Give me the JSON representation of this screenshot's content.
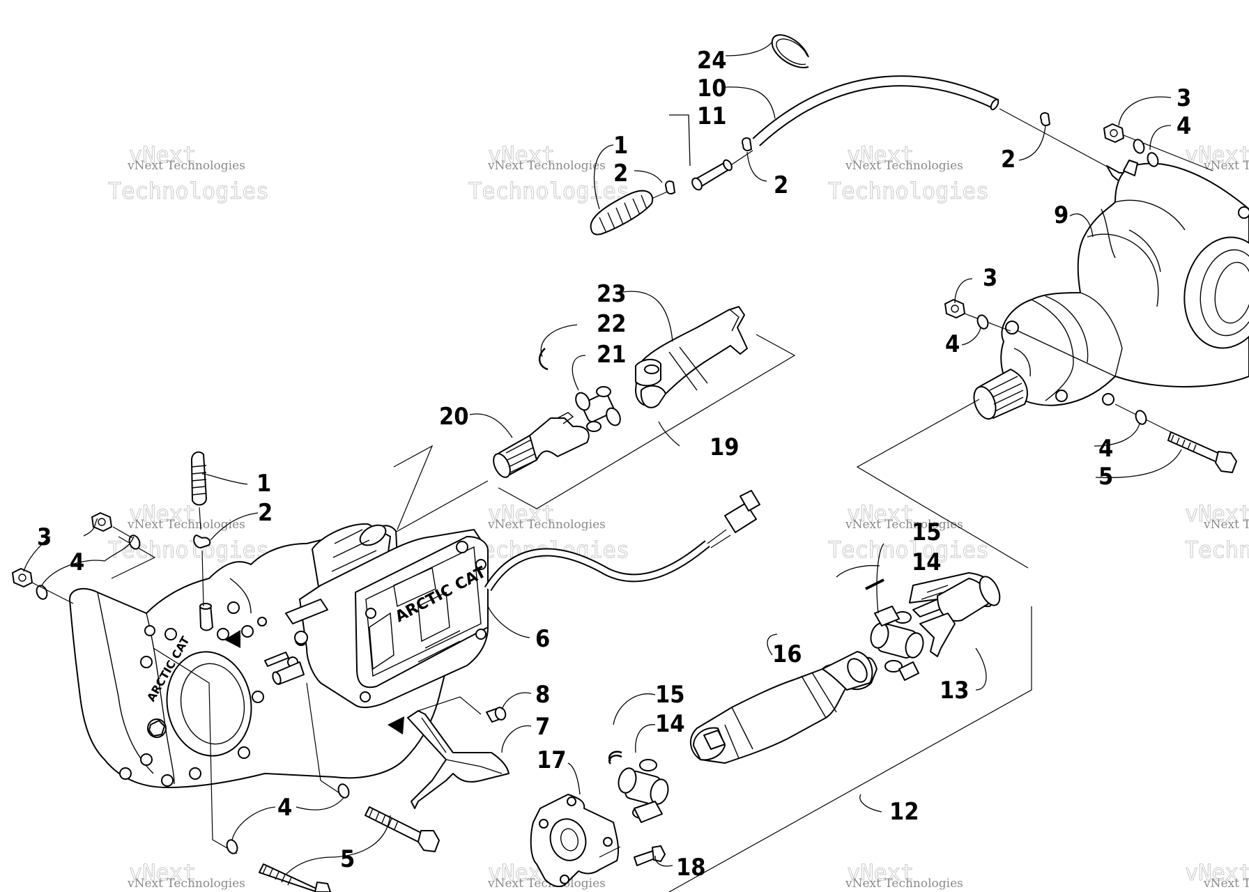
{
  "diagram": {
    "watermark_text": "vNext Technologies",
    "watermark_big_line1": "vNext",
    "watermark_big_line2": "Technologies",
    "logo_text": "ARCTIC CAT",
    "logo_text_small": "ARCTIC CAT",
    "callouts": {
      "c24": "24",
      "c10": "10",
      "c11": "11",
      "c1_top": "1",
      "c2_top_a": "2",
      "c2_top_b": "2",
      "c2_top_c": "2",
      "c3_right_top": "3",
      "c4_right_top": "4",
      "c9": "9",
      "c3_right_mid": "3",
      "c4_right_mid": "4",
      "c4_right_low": "4",
      "c5_right": "5",
      "c23": "23",
      "c22": "22",
      "c21": "21",
      "c20": "20",
      "c19": "19",
      "c1_left": "1",
      "c2_left": "2",
      "c3_left": "3",
      "c4_left": "4",
      "c6": "6",
      "c8": "8",
      "c7": "7",
      "c17": "17",
      "c15_low": "15",
      "c14_low": "14",
      "c16": "16",
      "c15_up": "15",
      "c14_up": "14",
      "c13": "13",
      "c12": "12",
      "c18": "18",
      "c4_low": "4",
      "c5_low": "5"
    }
  }
}
